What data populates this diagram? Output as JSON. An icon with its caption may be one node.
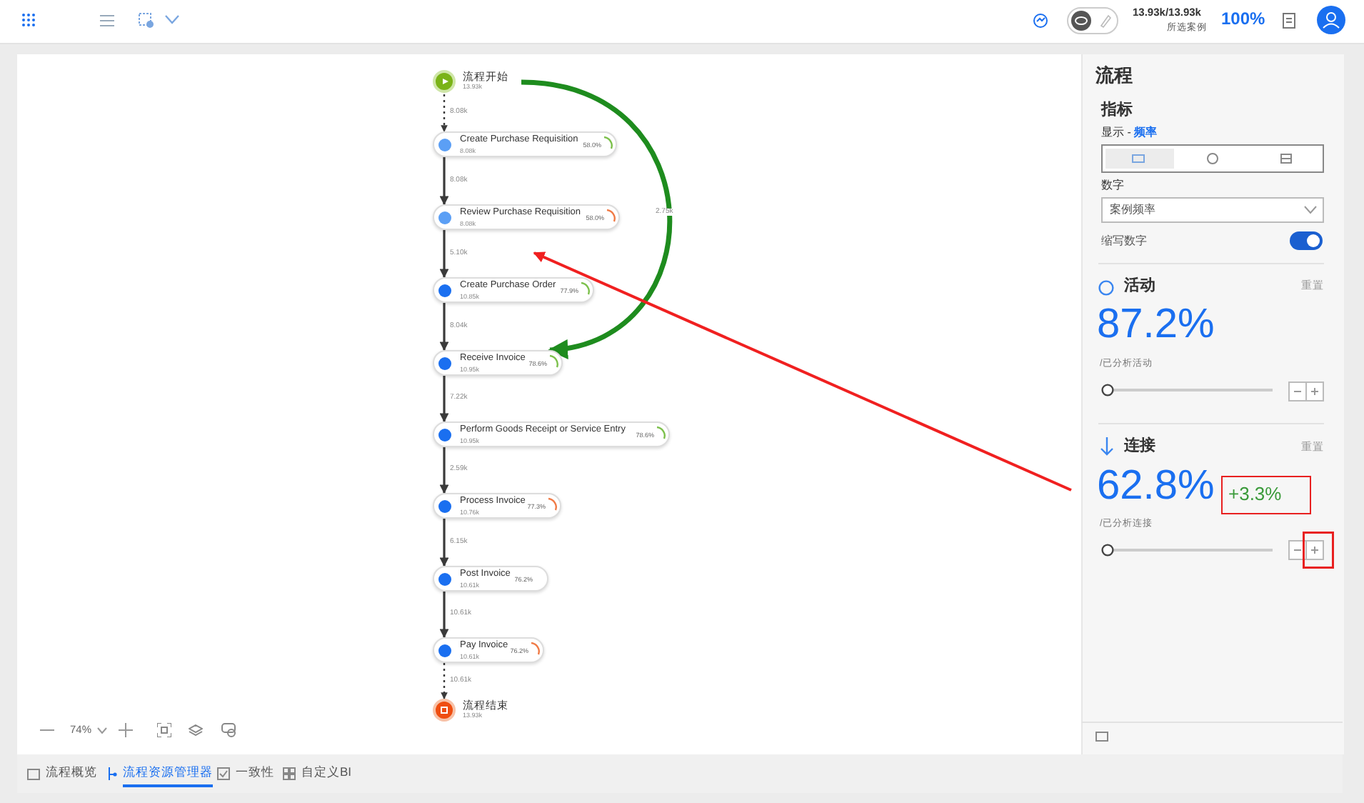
{
  "diagram": {
    "nodes": [
      {
        "text": [
          "流程开始",
          "13.93k"
        ]
      },
      {
        "text": [
          "Create Purchase Requisition",
          "8.08k",
          "58.0%"
        ]
      },
      {
        "text": [
          "Review Purchase Requisition",
          "8.08k",
          "58.0%"
        ]
      },
      {
        "text": [
          "Create Purchase Order",
          "10.85k",
          "77.9%"
        ]
      },
      {
        "text": [
          "Receive Invoice",
          "10.95k",
          "78.6%"
        ]
      },
      {
        "text": [
          "Perform Goods Receipt or Service Entry",
          "10.95k",
          "78.6%"
        ]
      },
      {
        "text": [
          "Process Invoice",
          "10.76k",
          "77.3%"
        ]
      },
      {
        "text": [
          "Post Invoice",
          "10.61k",
          "76.2%"
        ]
      },
      {
        "text": [
          "Pay Invoice",
          "10.61k",
          "76.2%"
        ]
      },
      {
        "text": [
          "流程结束",
          "13.93k"
        ]
      }
    ],
    "edges": [
      {
        "from": 0,
        "to": 1,
        "arrow": "to",
        "label": "8.08k",
        "style": "dashed"
      },
      {
        "from": 1,
        "to": 2,
        "arrow": "to",
        "label": "8.08k"
      },
      {
        "from": 2,
        "to": 3,
        "arrow": "to",
        "label": "5.10k"
      },
      {
        "from": 3,
        "to": 4,
        "arrow": "to",
        "label": "8.04k"
      },
      {
        "from": 4,
        "to": 5,
        "arrow": "to",
        "label": "7.22k"
      },
      {
        "from": 5,
        "to": 6,
        "arrow": "to",
        "label": "2.59k"
      },
      {
        "from": 6,
        "to": 7,
        "arrow": "to",
        "label": "6.15k"
      },
      {
        "from": 7,
        "to": 8,
        "arrow": "to",
        "label": "10.61k"
      },
      {
        "from": 8,
        "to": 9,
        "arrow": "to",
        "label": "10.61k",
        "style": "dashed"
      },
      {
        "from": 0,
        "to": 4,
        "arrow": "to",
        "label": "2.75k",
        "style": "thick",
        "color": "#1e8c1e"
      }
    ],
    "labels": [
      "13.93k/13.93k",
      "所选案例",
      "100%",
      "流程",
      "指标",
      "显示 - **频率**",
      "数字",
      "案例频率",
      "缩写数字",
      "活动",
      "重置",
      "87.2%",
      "/已分析活动",
      "连接",
      "重置",
      "62.8%",
      "+3.3%",
      "/已分析连接",
      "74%",
      "流程概览",
      "流程资源管理器",
      "一致性",
      "自定义BI"
    ]
  }
}
